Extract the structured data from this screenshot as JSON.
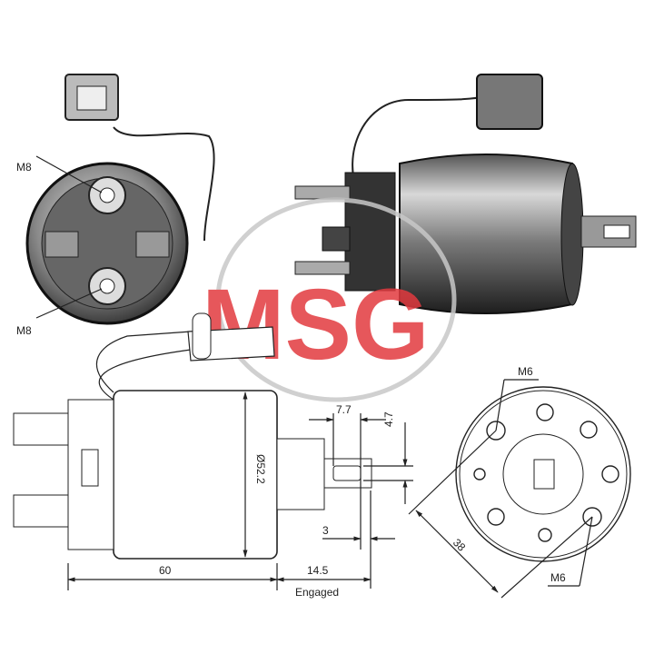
{
  "title": "Starter solenoid technical drawing",
  "watermark": {
    "text": "MSG",
    "color_main": "#e23a3f",
    "color_secondary": "#9a9a9a"
  },
  "photo_end_view": {
    "labels": [
      "M8",
      "M8"
    ]
  },
  "side_drawing": {
    "diameter": "Ø52.2",
    "body_length": "60",
    "engaged_length": "14.5",
    "engaged_label": "Engaged",
    "slot_width": "7.7",
    "slot_height": "4.7",
    "offset": "3"
  },
  "end_drawing": {
    "hole_label_top": "M6",
    "hole_label_bottom": "M6",
    "hole_spacing": "38"
  }
}
